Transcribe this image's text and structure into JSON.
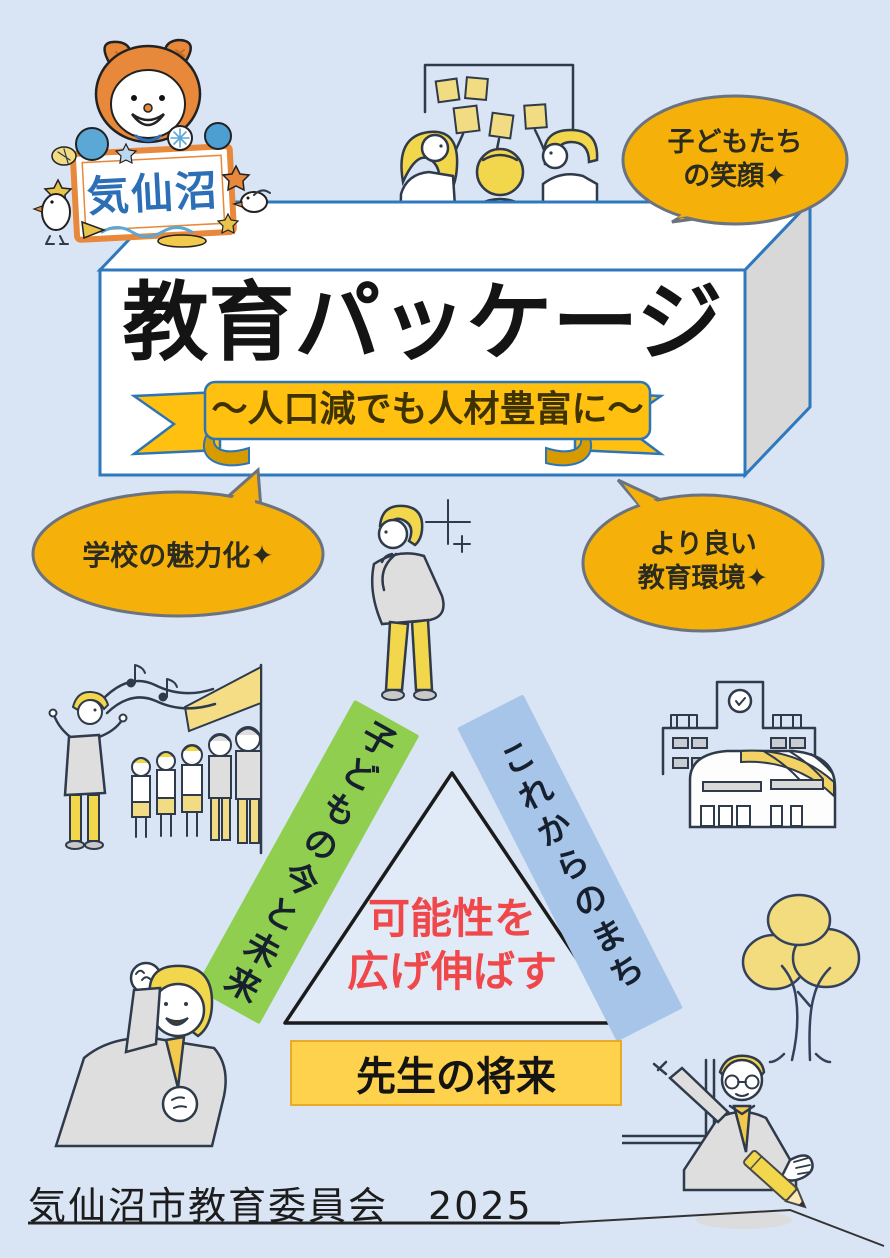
{
  "poster": {
    "background_color": "#d9e4f5",
    "outline_blue": "#2e78be",
    "bubble_yellow": "#f5b10a",
    "ribbon_yellow": "#ffc010",
    "banner_green": "#8fce4f",
    "banner_blue": "#a6c5e8",
    "banner_yellow": "#ffd24d",
    "highlight_red": "#f0484a"
  },
  "logo": {
    "sign_text": "気仙沼"
  },
  "title_box": {
    "title": "教育パッケージ",
    "subtitle": "〜人口減でも人材豊富に〜"
  },
  "bubbles": {
    "top_right": {
      "line1": "子どもたち",
      "line2": "の笑顔✦"
    },
    "left": {
      "line1": "学校の魅力化✦"
    },
    "right": {
      "line1": "より良い",
      "line2": "教育環境✦"
    }
  },
  "triangle": {
    "center_line1": "可能性を",
    "center_line2": "広げ伸ばす",
    "left_banner": "子どもの今と未来",
    "right_banner": "これからのまち",
    "bottom_banner": "先生の将来"
  },
  "footer": {
    "credit": "気仙沼市教育委員会　2025"
  }
}
